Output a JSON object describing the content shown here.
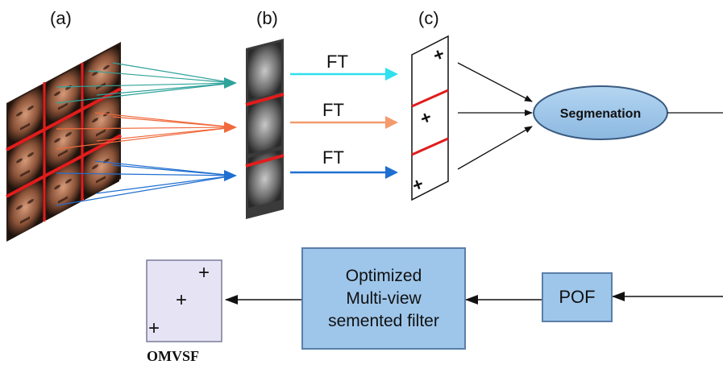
{
  "labels": {
    "panel_a": "(a)",
    "panel_b": "(b)",
    "panel_c": "(c)",
    "ft_top": "FT",
    "ft_mid": "FT",
    "ft_bot": "FT"
  },
  "segmentation": {
    "label": "Segmenation",
    "fill": "#9ec6ea"
  },
  "optimized_filter": {
    "line1": "Optimized",
    "line2": "Multi-view",
    "line3": "semented filter"
  },
  "pof": {
    "label": "POF"
  },
  "omvsf": {
    "caption": "OMVSF",
    "plus": "+"
  },
  "colors": {
    "teal": "#2fa39a",
    "orange": "#f06a3c",
    "blue": "#1f6fd0",
    "cyan": "#2fe0ee",
    "salmon": "#f49a6c",
    "red_line": "#e21c1c",
    "box_fill": "#9ec6ea"
  }
}
